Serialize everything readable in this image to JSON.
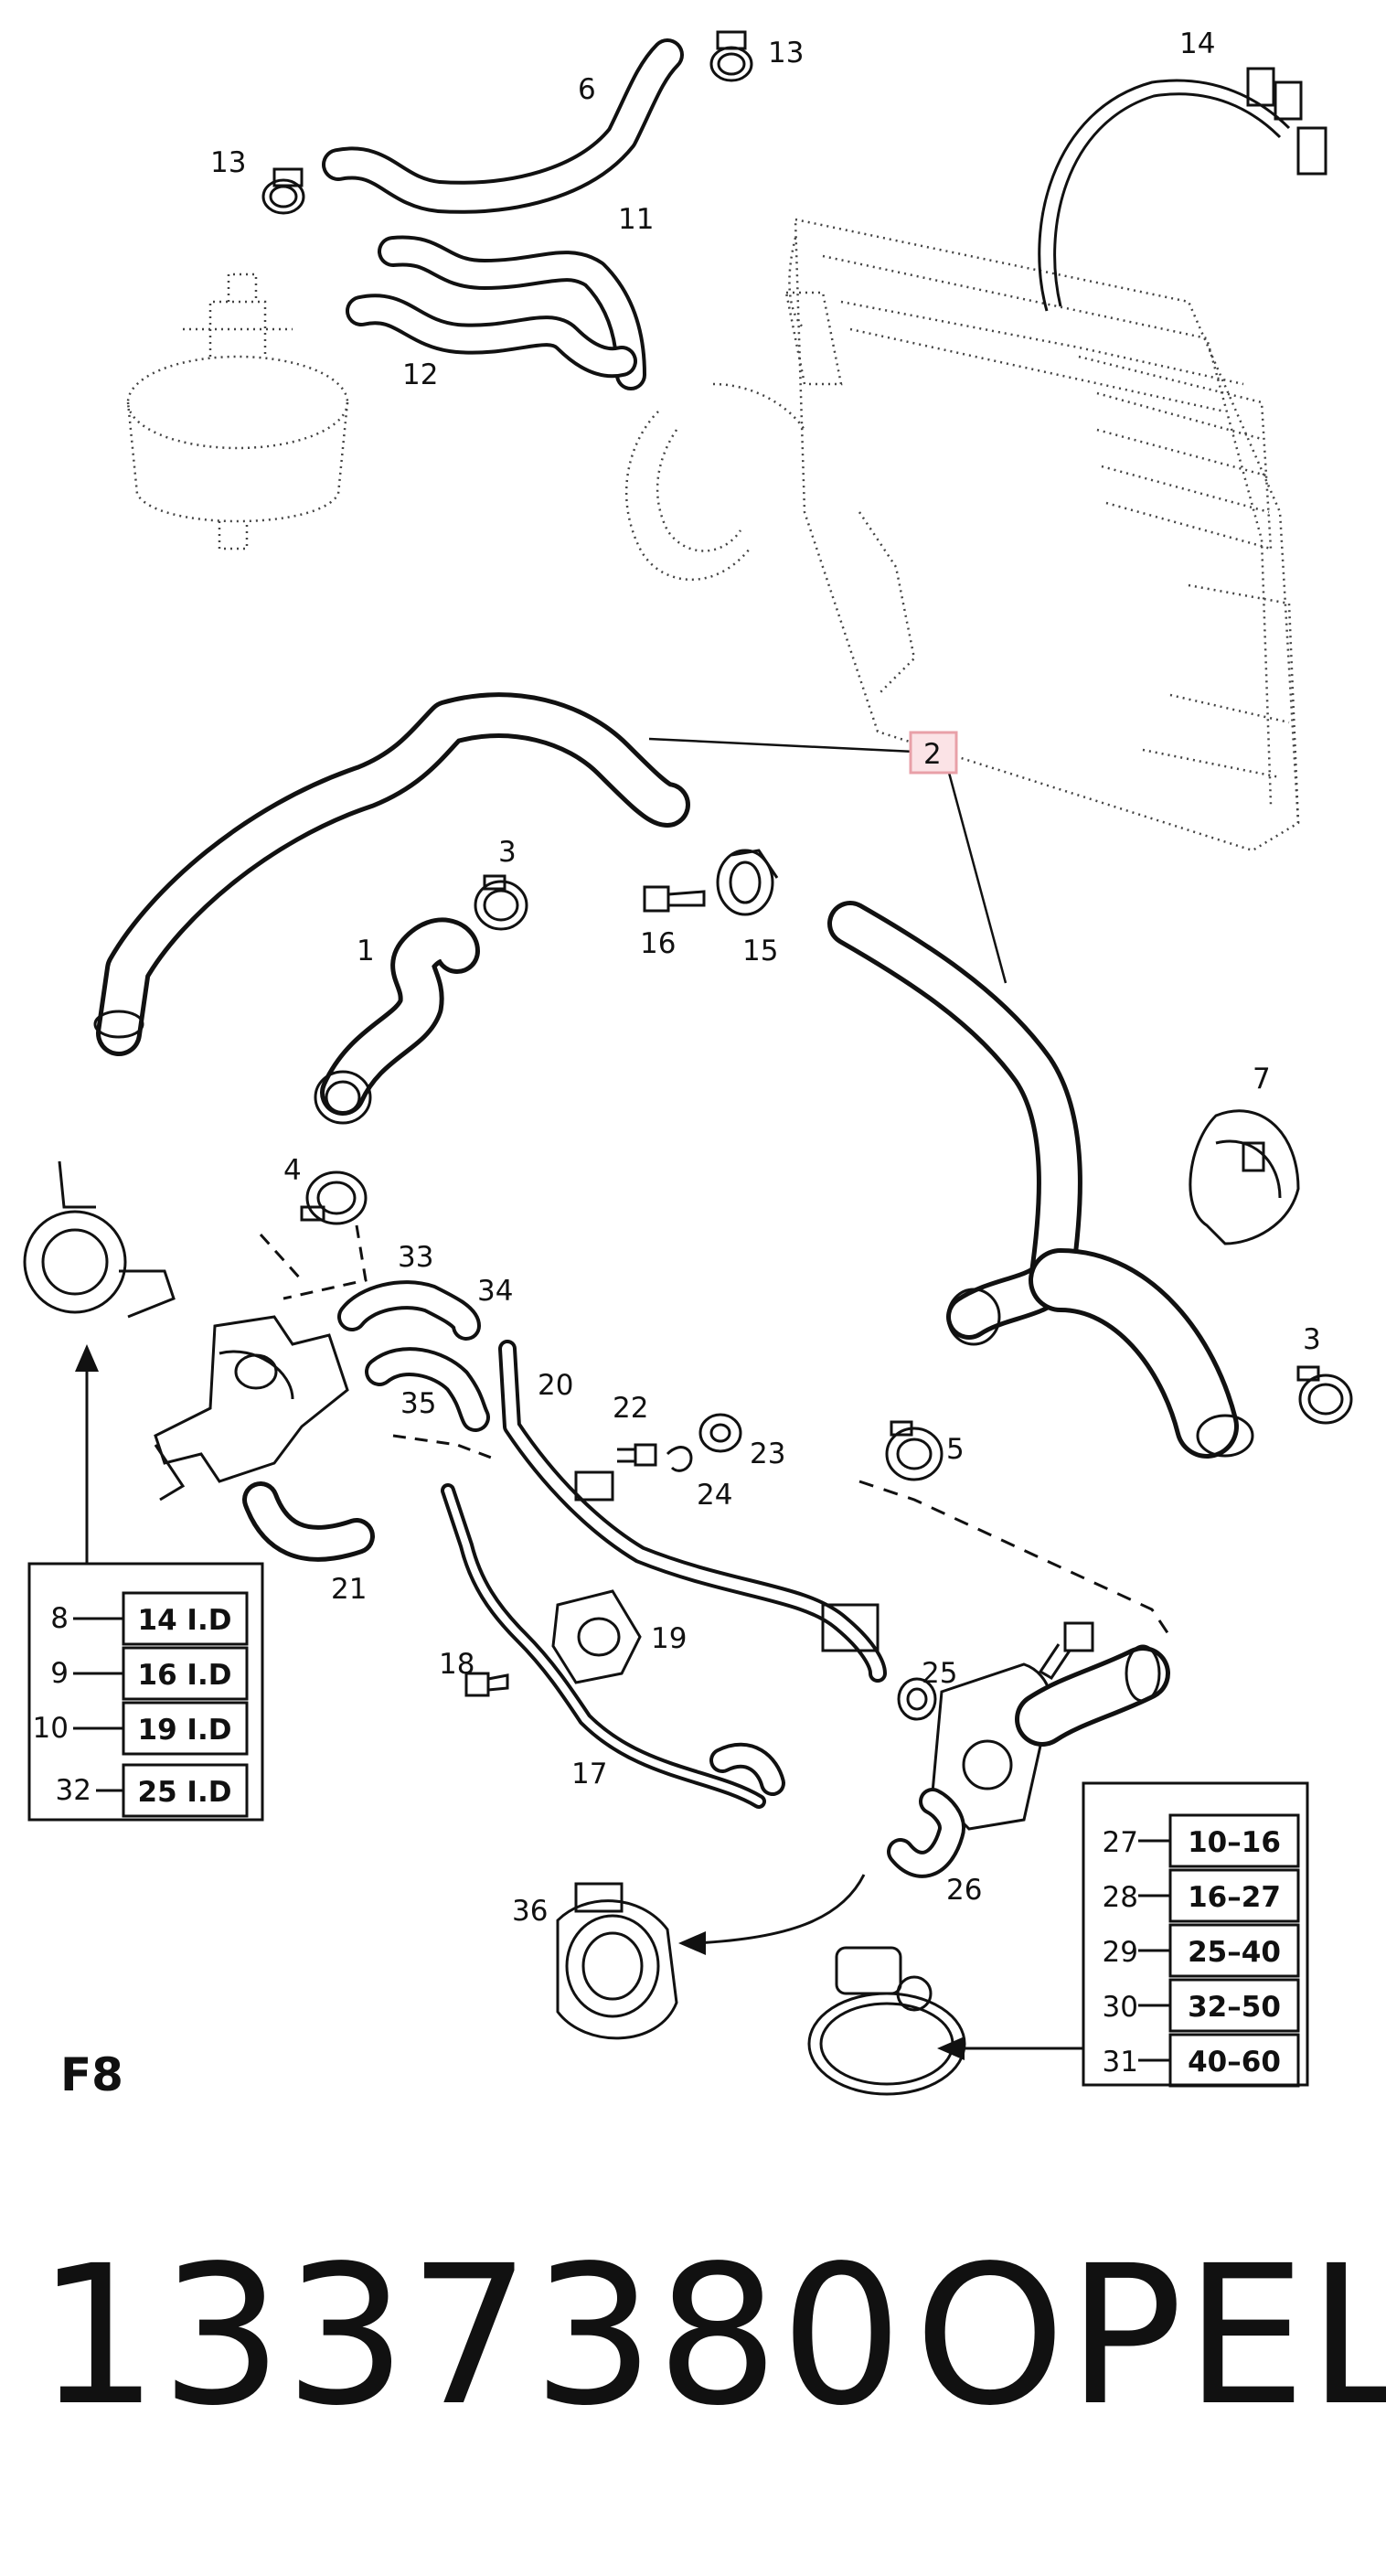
{
  "callouts": {
    "c1": "1",
    "c2": "2",
    "c3a": "3",
    "c3b": "3",
    "c4": "4",
    "c5": "5",
    "c6": "6",
    "c7": "7",
    "c11": "11",
    "c12": "12",
    "c13a": "13",
    "c13b": "13",
    "c14": "14",
    "c15": "15",
    "c16": "16",
    "c17": "17",
    "c18": "18",
    "c19": "19",
    "c20": "20",
    "c21": "21",
    "c22": "22",
    "c23": "23",
    "c24": "24",
    "c25": "25",
    "c26": "26",
    "c33": "33",
    "c34": "34",
    "c35": "35",
    "c36": "36"
  },
  "left_sizes": [
    {
      "item": "8",
      "size": "14 I.D"
    },
    {
      "item": "9",
      "size": "16 I.D"
    },
    {
      "item": "10",
      "size": "19 I.D"
    },
    {
      "item": "32",
      "size": "25 I.D"
    }
  ],
  "right_sizes": [
    {
      "item": "27",
      "size": "10–16"
    },
    {
      "item": "28",
      "size": "16–27"
    },
    {
      "item": "29",
      "size": "25–40"
    },
    {
      "item": "30",
      "size": "32–50"
    },
    {
      "item": "31",
      "size": "40–60"
    }
  ],
  "figure_code": "F8",
  "part_number": "1337380",
  "brand": "OPEL",
  "colors": {
    "highlight_box": "#e8a0a8",
    "highlight_fill": "#fbe3e6",
    "ink": "#111111"
  }
}
